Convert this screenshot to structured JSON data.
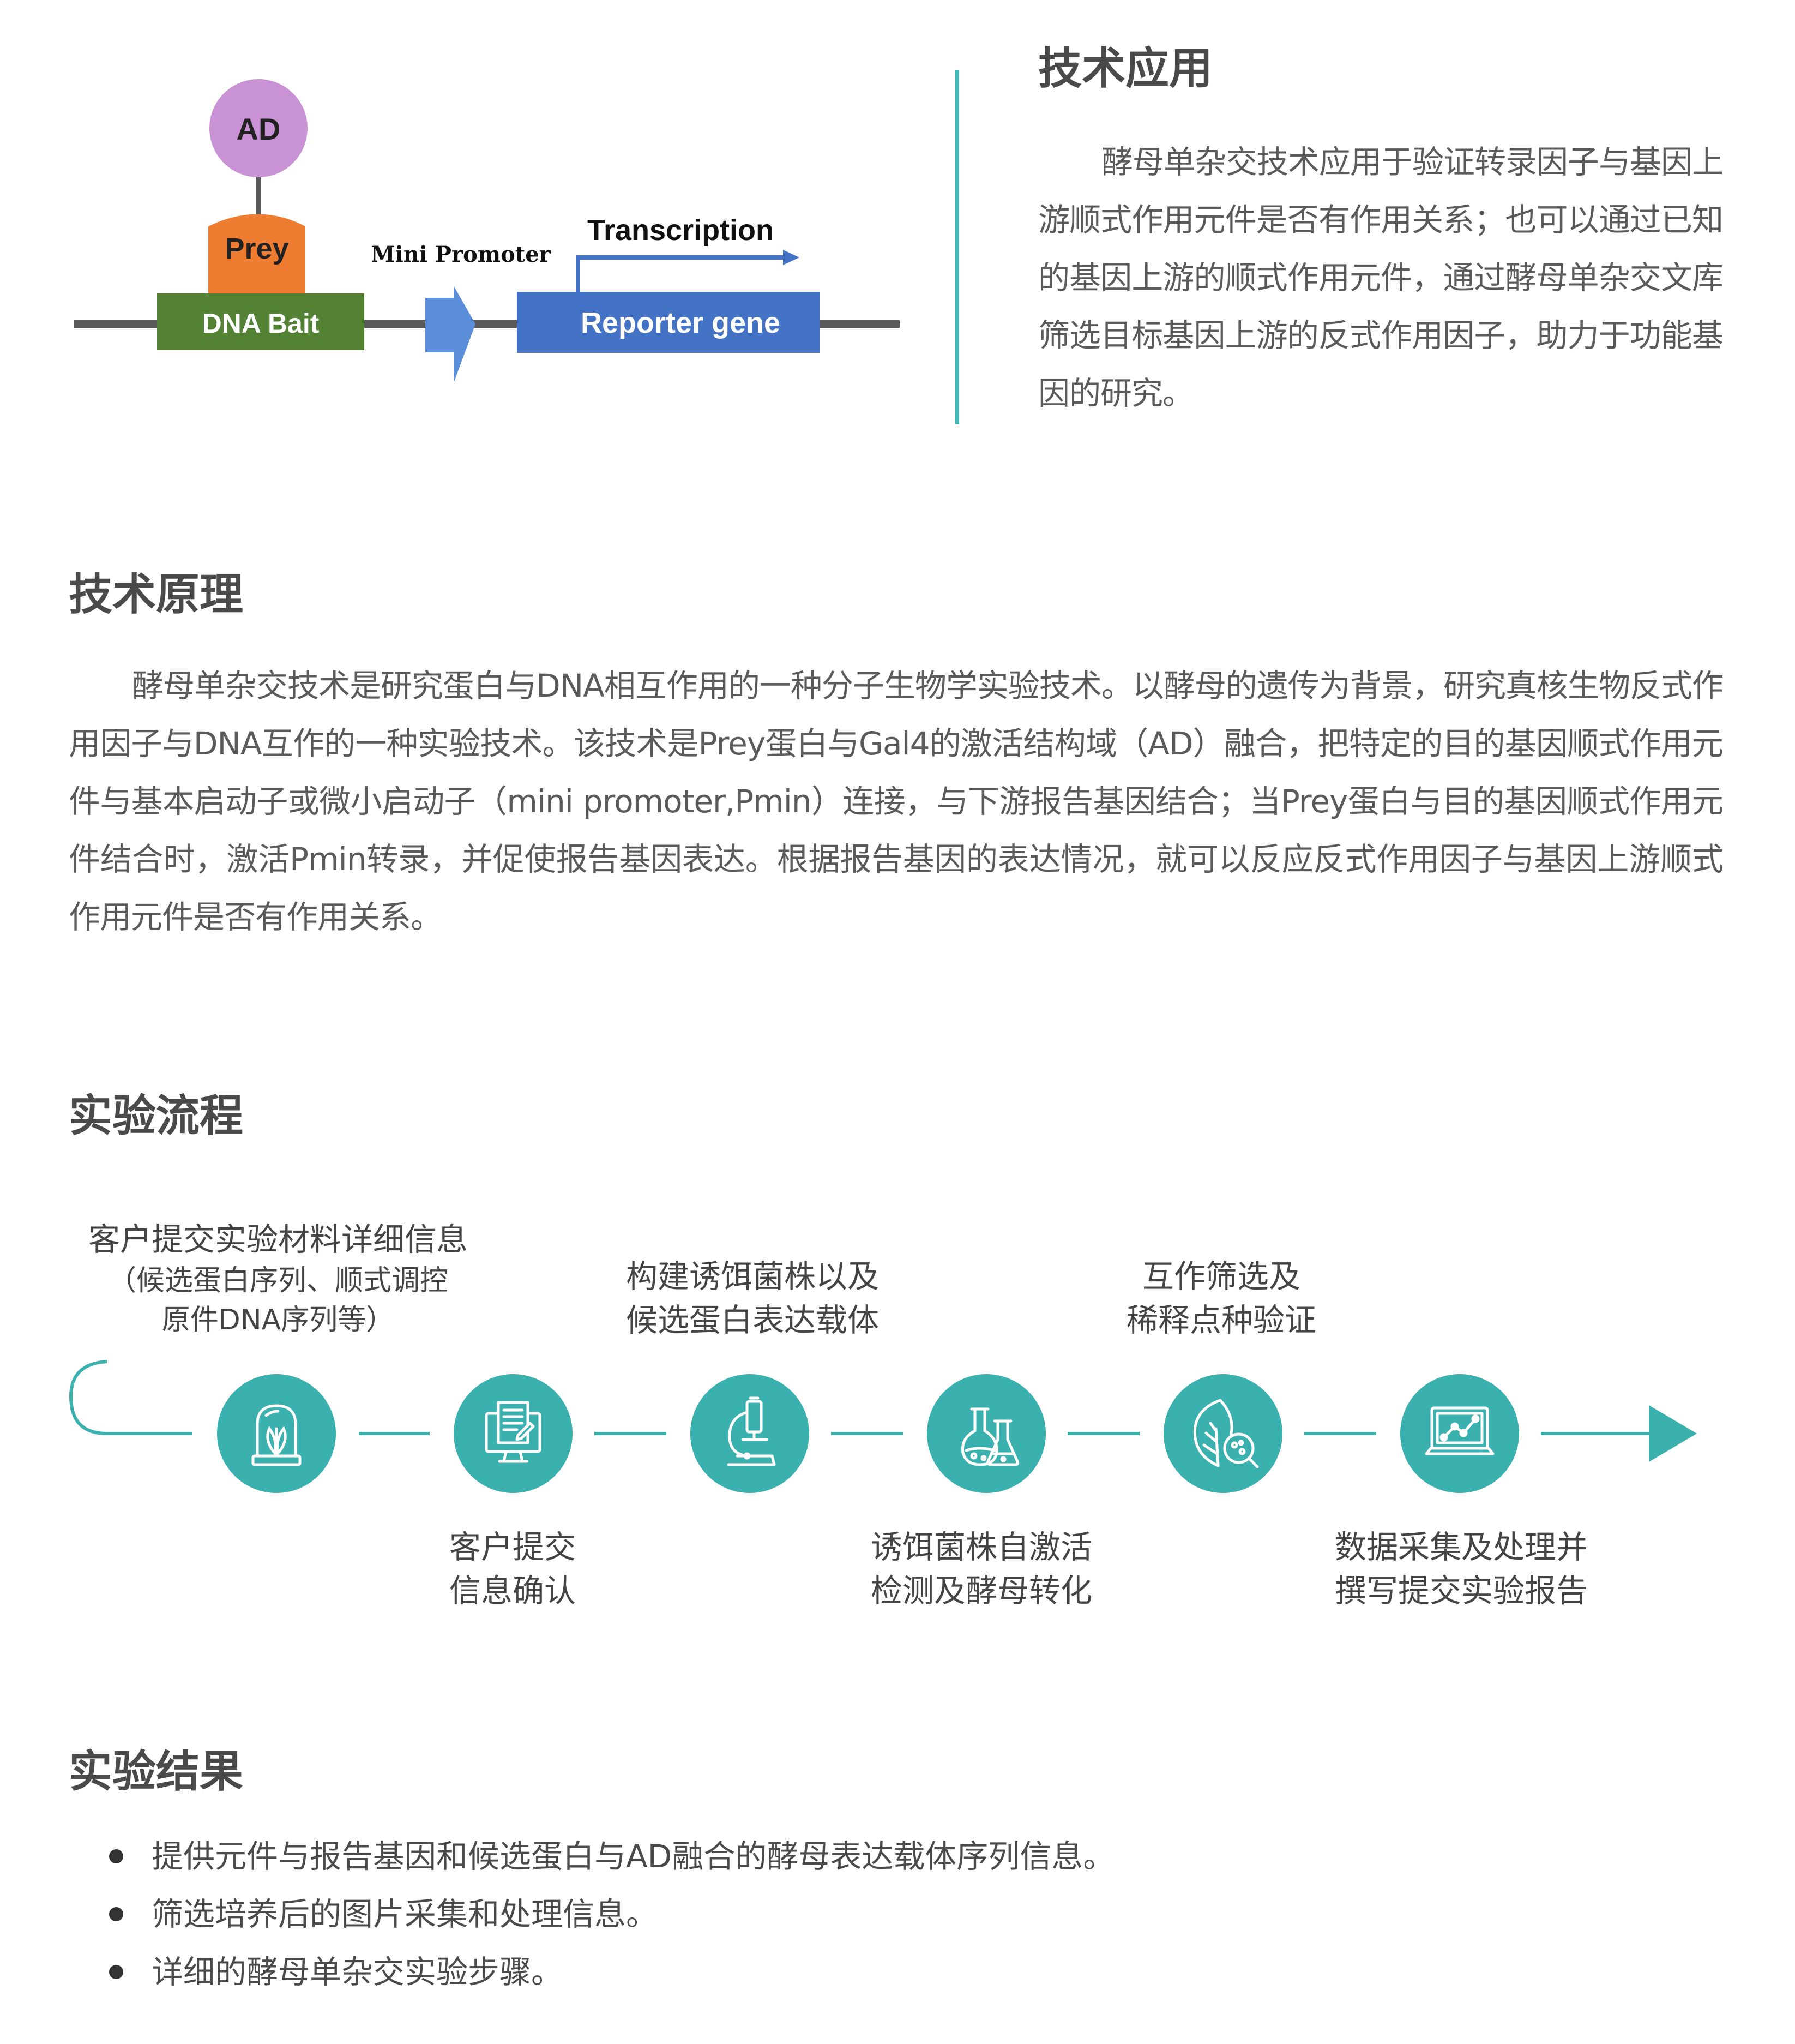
{
  "diagram": {
    "ad_label": "AD",
    "prey_label": "Prey",
    "bait_label": "DNA Bait",
    "promoter_label": "Mini Promoter",
    "transcription_label": "Transcription",
    "reporter_label": "Reporter gene",
    "colors": {
      "ad": "#c992d4",
      "prey": "#ef7d31",
      "bait": "#548235",
      "promoter": "#5b8fd9",
      "reporter": "#4472c4",
      "line": "#595959"
    }
  },
  "apply": {
    "title": "技术应用",
    "text": "酵母单杂交技术应用于验证转录因子与基因上游顺式作用元件是否有作用关系；也可以通过已知的基因上游的顺式作用元件，通过酵母单杂交文库筛选目标基因上游的反式作用因子，助力于功能基因的研究。"
  },
  "principle": {
    "title": "技术原理",
    "text": "酵母单杂交技术是研究蛋白与DNA相互作用的一种分子生物学实验技术。以酵母的遗传为背景，研究真核生物反式作用因子与DNA互作的一种实验技术。该技术是Prey蛋白与Gal4的激活结构域（AD）融合，把特定的目的基因顺式作用元件与基本启动子或微小启动子（mini promoter,Pmin）连接，与下游报告基因结合；当Prey蛋白与目的基因顺式作用元件结合时，激活Pmin转录，并促使报告基因表达。根据报告基因的表达情况，就可以反应反式作用因子与基因上游顺式作用元件是否有作用关系。"
  },
  "process": {
    "title": "实验流程",
    "accent_color": "#3ab1af",
    "steps": [
      {
        "line1": "客户提交实验材料详细信息",
        "line2": "（候选蛋白序列、顺式调控",
        "line3": "原件DNA序列等）",
        "icon": "plant-dome-icon"
      },
      {
        "line1": "客户提交",
        "line2": "信息确认",
        "icon": "document-monitor-icon"
      },
      {
        "line1": "构建诱饵菌株以及",
        "line2": "候选蛋白表达载体",
        "icon": "microscope-icon"
      },
      {
        "line1": "诱饵菌株自激活",
        "line2": "检测及酵母转化",
        "icon": "flask-icon"
      },
      {
        "line1": "互作筛选及",
        "line2": "稀释点种验证",
        "icon": "leaf-magnifier-icon"
      },
      {
        "line1": "数据采集及处理并",
        "line2": "撰写提交实验报告",
        "icon": "chart-monitor-icon"
      }
    ]
  },
  "results": {
    "title": "实验结果",
    "items": [
      "提供元件与报告基因和候选蛋白与AD融合的酵母表达载体序列信息。",
      "筛选培养后的图片采集和处理信息。",
      "详细的酵母单杂交实验步骤。"
    ]
  }
}
